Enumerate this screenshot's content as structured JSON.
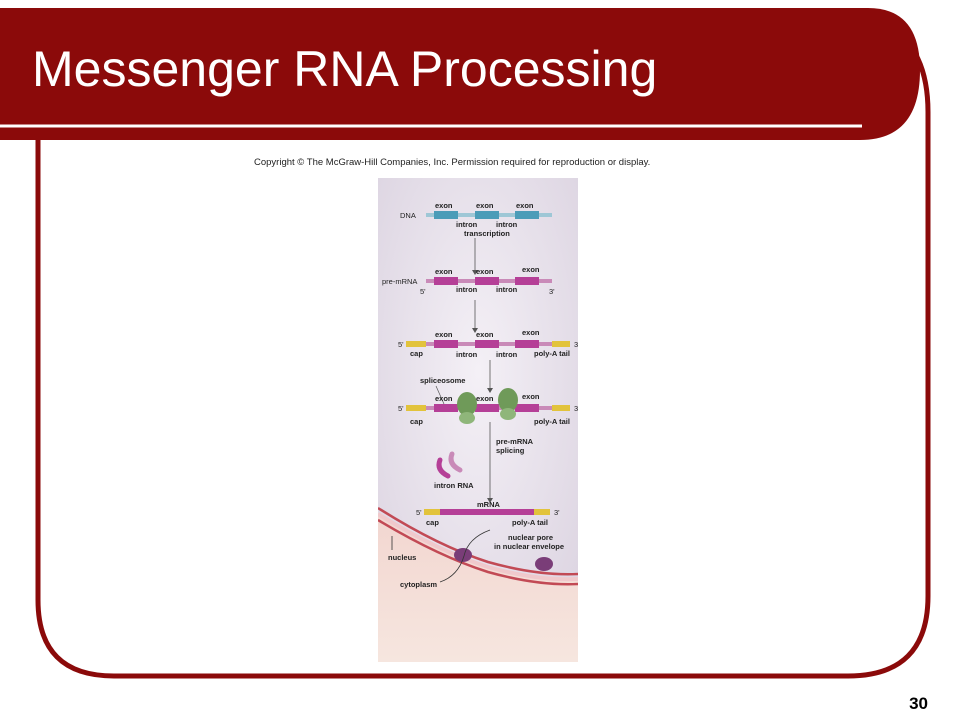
{
  "slide": {
    "title": "Messenger RNA Processing",
    "copyright": "Copyright © The McGraw-Hill Companies, Inc. Permission required for reproduction or display.",
    "page_number": "30"
  },
  "colors": {
    "frame": "#8b0a0a",
    "dna": "#4b9cb8",
    "rna": "#a13c8c",
    "exon": "#b53f97",
    "cap_tail": "#e2c33c",
    "spliceosome": "#6f9a59",
    "membrane": "#c24a55"
  },
  "figure": {
    "dna_label": "DNA",
    "premrna_label": "pre-mRNA",
    "exon": "exon",
    "intron": "intron",
    "transcription": "transcription",
    "five_prime": "5'",
    "three_prime": "3'",
    "cap": "cap",
    "poly_a_tail": "poly-A tail",
    "spliceosome": "spliceosome",
    "splicing_line1": "pre-mRNA",
    "splicing_line2": "splicing",
    "intron_rna": "intron RNA",
    "mrna": "mRNA",
    "pore_line1": "nuclear pore",
    "pore_line2": "in nuclear envelope",
    "nucleus": "nucleus",
    "cytoplasm": "cytoplasm"
  }
}
